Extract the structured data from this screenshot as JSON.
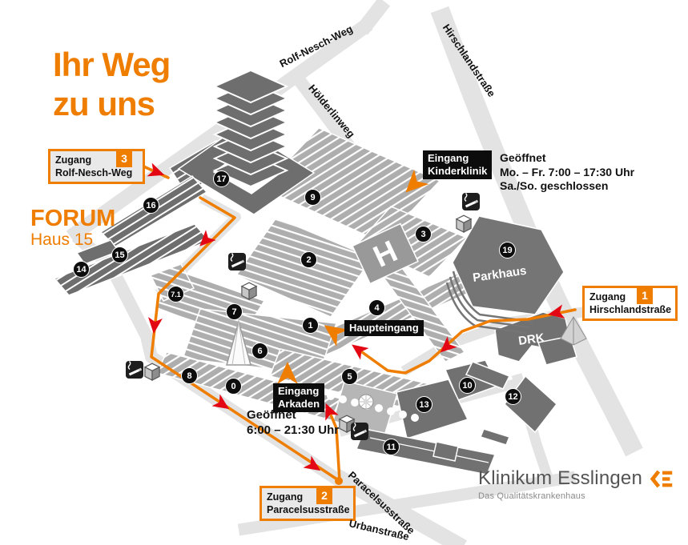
{
  "title": {
    "line1": "Ihr Weg",
    "line2": "zu uns"
  },
  "forum": {
    "name": "FORUM",
    "haus": "Haus 15"
  },
  "access": {
    "z1": {
      "label": "Zugang",
      "number": "1",
      "street": "Hirschlandstraße"
    },
    "z2": {
      "label": "Zugang",
      "number": "2",
      "street": "Paracelsusstraße"
    },
    "z3": {
      "label": "Zugang",
      "number": "3",
      "street": "Rolf-Nesch-Weg"
    }
  },
  "entrances": {
    "kinderklinik": {
      "line1": "Eingang",
      "line2": "Kinderklinik",
      "hours": {
        "line1": "Geöffnet",
        "line2": "Mo. – Fr. 7:00 – 17:30 Uhr",
        "line3": "Sa./So. geschlossen"
      }
    },
    "haupteingang": {
      "label": "Haupteingang"
    },
    "arkaden": {
      "line1": "Eingang",
      "line2": "Arkaden",
      "hours": {
        "line1": "Geöffnet",
        "line2": "6:00 – 21:30 Uhr"
      }
    }
  },
  "streets": {
    "rolf_nesch_weg": "Rolf-Nesch-Weg",
    "hoelderlinweg": "Hölderlinweg",
    "hirschlandstrasse": "Hirschlandstraße",
    "paracelsusstrasse": "Paracelsusstraße",
    "urbanstrasse": "Urbanstraße"
  },
  "areas": {
    "parkhaus": "Parkhaus",
    "drk": "DRK",
    "helipad": "H"
  },
  "buildings": [
    "0",
    "1",
    "2",
    "3",
    "4",
    "5",
    "6",
    "7",
    "7.1",
    "8",
    "9",
    "10",
    "11",
    "12",
    "13",
    "14",
    "15",
    "16",
    "17",
    "19"
  ],
  "logo": {
    "name": "Klinikum Esslingen",
    "tagline": "Das Qualitätskrankenhaus"
  },
  "colors": {
    "orange": "#ee7d00",
    "red": "#e30613",
    "label_black": "#0c0c0c",
    "building_light": "#aeaeae",
    "building_dark": "#6e6e6e",
    "street": "#e3e3e3"
  }
}
